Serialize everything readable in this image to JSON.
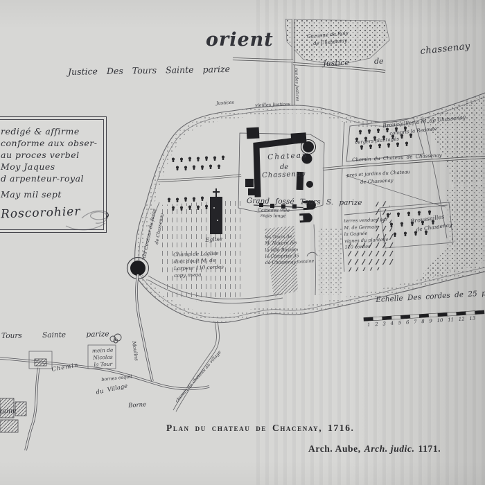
{
  "captions": {
    "title": "Plan du chateau de Chacenay, 1716.",
    "source_normal": "Arch. Aube,",
    "source_italic": "Arch. judic.",
    "source_num": "1171."
  },
  "compass": {
    "orient": "orient"
  },
  "jurisdiction": {
    "tours_line": "Justice Des Tours Sainte parize",
    "justice": "Justice",
    "de": "de",
    "chassenay": "chassenay",
    "justices_small": "Justices",
    "vieilles_small": "vieilles Justices",
    "rue_vertical": "rue des Justices"
  },
  "woods": {
    "line1": "Gazonne de Bois",
    "line2": "de Chassenay"
  },
  "cartouche": {
    "lines": [
      "redigé & affirme",
      "conforme aux obser-",
      "au proces verbel",
      "Moy Jaques",
      "d arpenteur-royal",
      "May mil sept"
    ],
    "signature": "Roscorohier"
  },
  "chateau": {
    "line1": "Chateau",
    "line2": "de",
    "line3": "Chassenay",
    "moat": "Grand fossé Tours S. parize",
    "latin1": "Camedes villa",
    "latin2": "regis longé"
  },
  "church": {
    "label": "Eglise"
  },
  "field": {
    "lines": [
      "Champ de Laglise",
      "dont doult M. de",
      "Larpeur 110 cordes",
      "copy mena"
    ]
  },
  "left_edge": {
    "contour": "Gd Contour du fossé",
    "contour2": "de Chassenay"
  },
  "east_fields": {
    "chemin": "Chemin du Chateau de Chassenay",
    "vergers": "vergers plantagés",
    "brouss1a": "Broussailles a M. de Chassenay",
    "brouss1b": "compris la Redoute",
    "p2a": "pres et jardins du Chateau",
    "p2b": "de Chassenay",
    "p3": [
      "terres vendues par",
      "M. de Germain",
      "la Gagnée",
      "vignes du plantage",
      "110 cordes"
    ],
    "brouss2a": "Broussailles",
    "brouss2b": "de Chassenay",
    "inner": [
      "les Tours 3e",
      "M. Noyard fils",
      "la ville Bastion",
      "le Comprise 35",
      "de Chassenay"
    ],
    "fontaine_small": "fontaine"
  },
  "scale": {
    "label": "Echelle Des cordes de 25 pied.",
    "numbers": "1 2 3 4 5 6 7 8 9 10 11 12 13"
  },
  "village": {
    "tours_sainte": "Tours Sainte parize",
    "nicolas": [
      "mein de",
      "Nicolas",
      "la Tour"
    ],
    "chemin": "Chemin",
    "bornes": "bornes esquil",
    "du_village": "du Village",
    "borne": "Borne",
    "fontaine": "fontaine",
    "moulins": "Moulins",
    "road_diag": "chemin du chateau au village"
  }
}
